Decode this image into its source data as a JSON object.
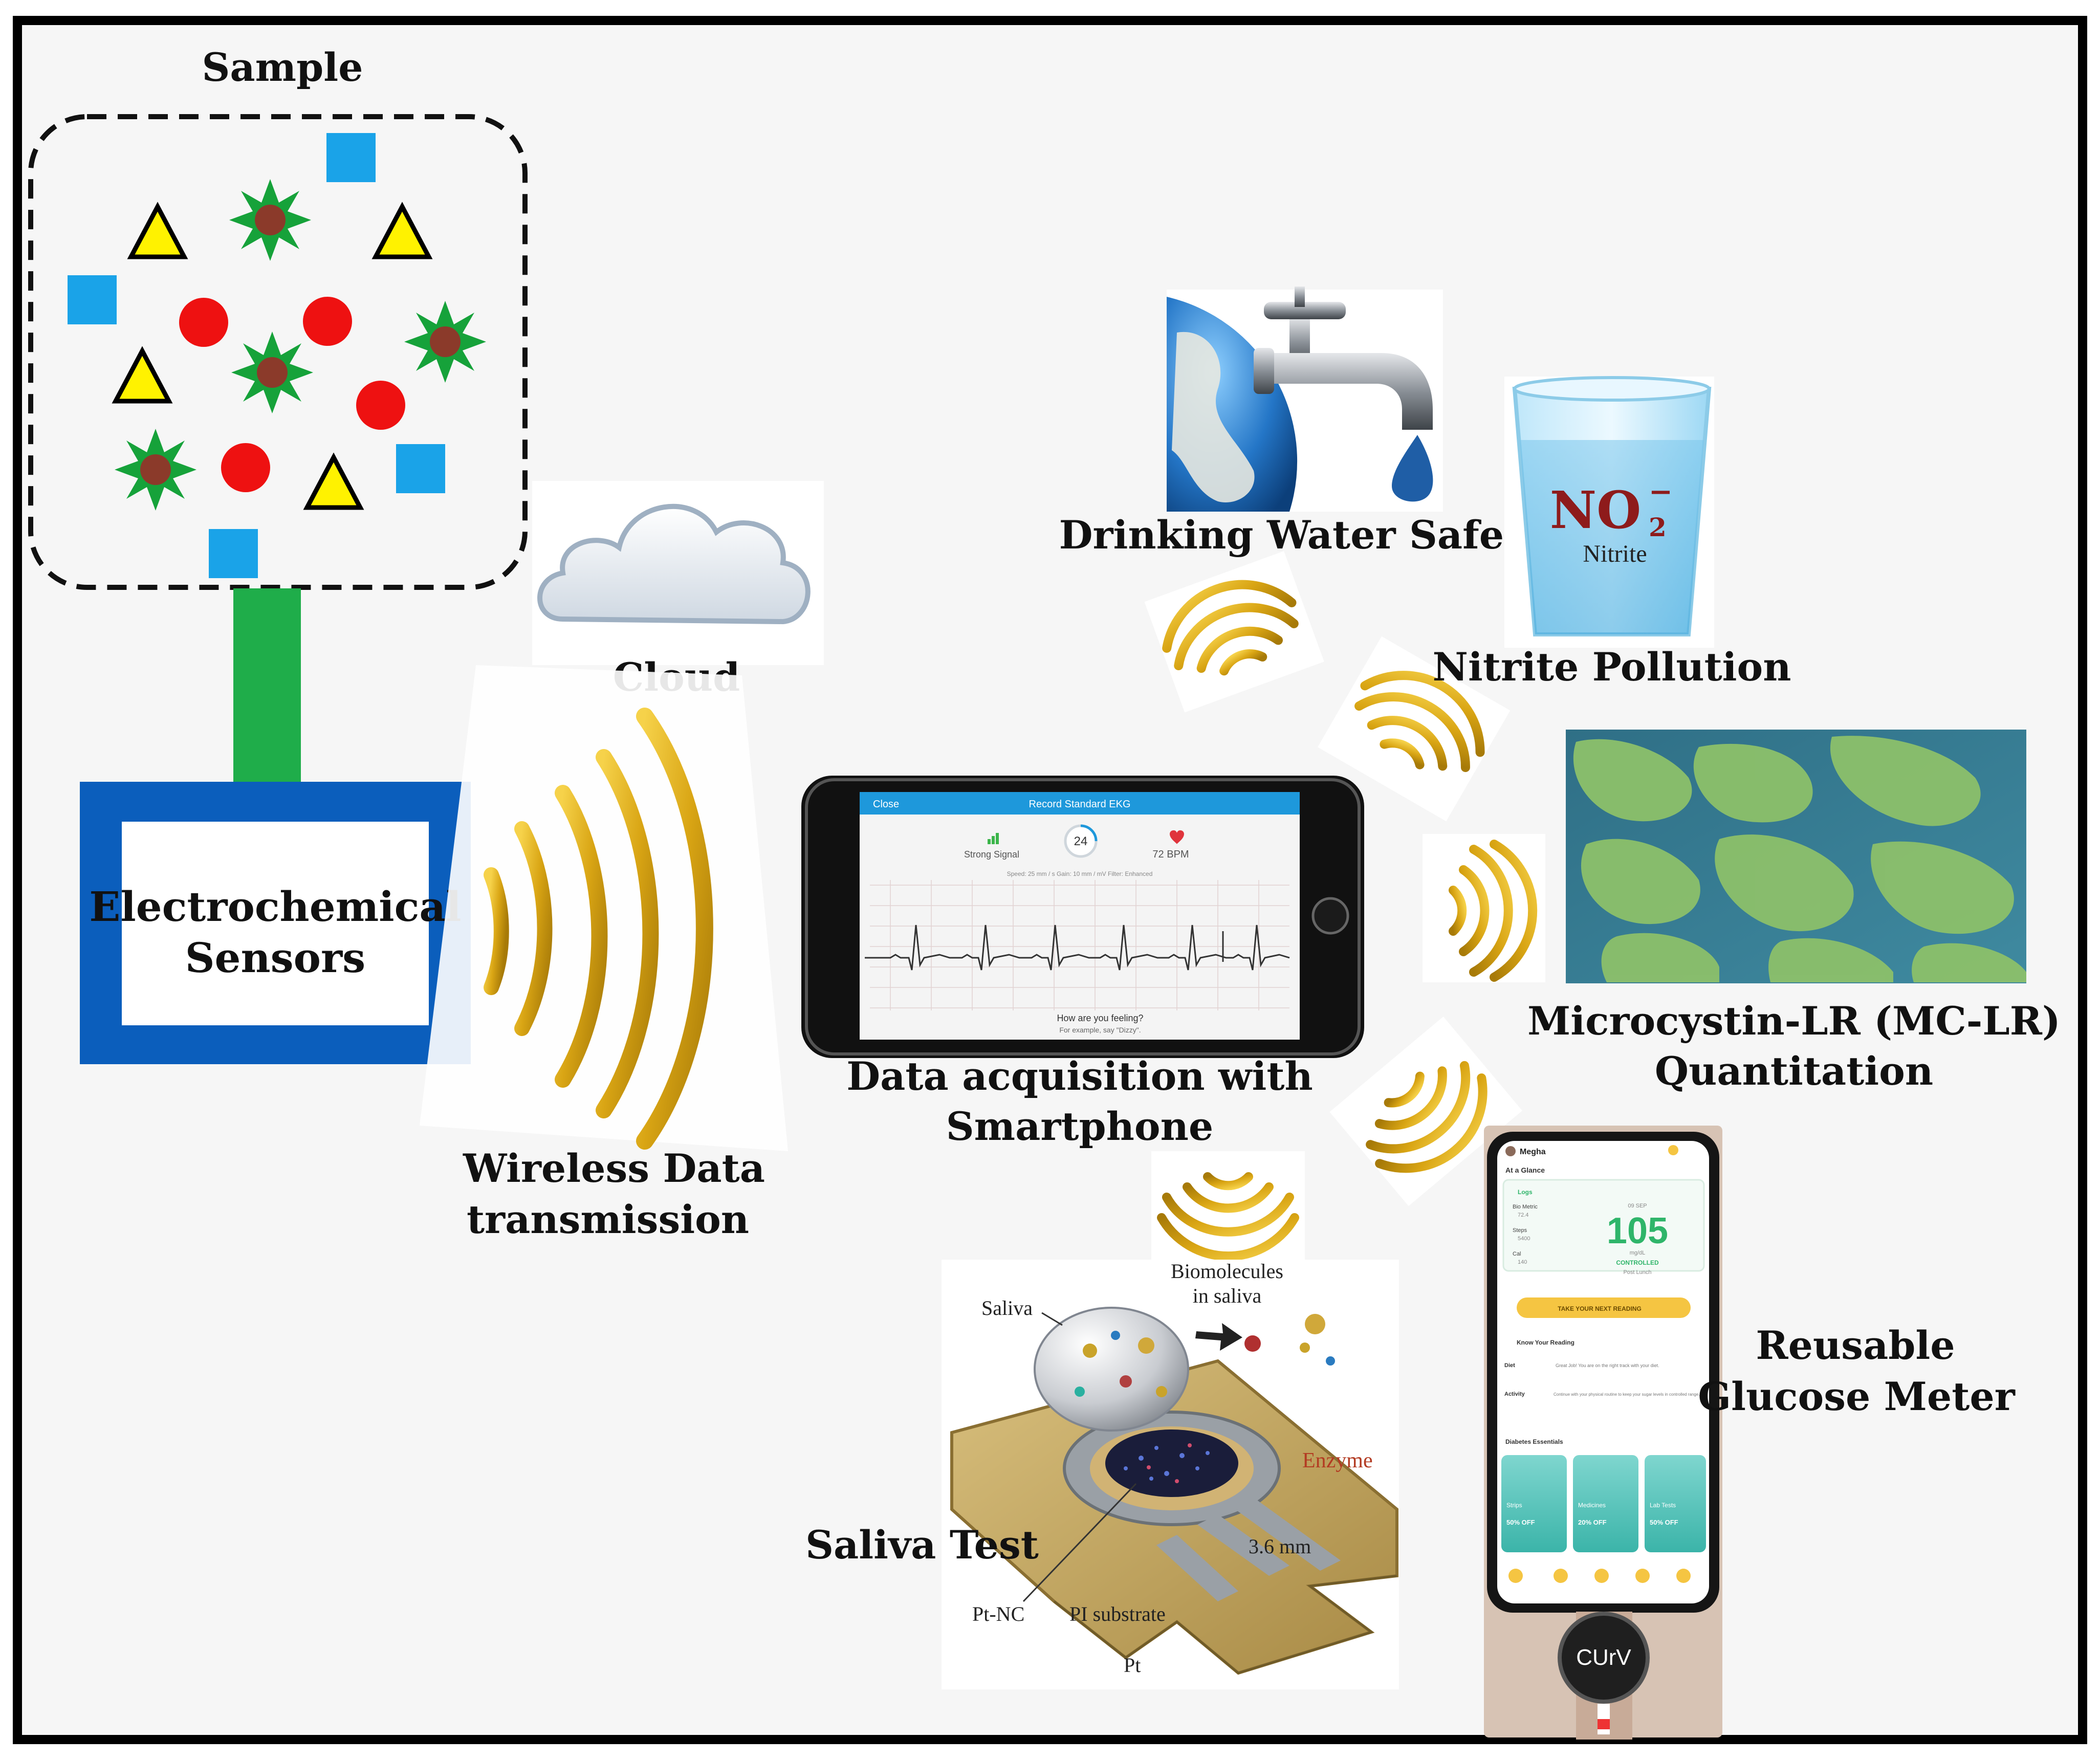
{
  "labels": {
    "sample": "Sample",
    "sensor_line1": "Electrochemical",
    "sensor_line2": "Sensors",
    "cloud": "Cloud",
    "wireless_line1": "Wireless Data",
    "wireless_line2": "transmission",
    "phone_line1": "Data acquisition with",
    "phone_line2": "Smartphone",
    "water": "Drinking Water  Safety",
    "nitrite": "Nitrite Pollution",
    "mclr_line1": "Microcystin-LR (MC-LR)",
    "mclr_line2": "Quantitation",
    "glucose_line1": "Reusable",
    "glucose_line2": "Glucose Meter",
    "saliva": "Saliva Test"
  },
  "ekg_screen": {
    "close": "Close",
    "title": "Record Standard EKG",
    "signal": "Strong Signal",
    "seconds": "24",
    "bpm": "72 BPM",
    "settings": "Speed: 25 mm / s     Gain: 10 mm / mV     Filter: Enhanced",
    "prompt": "How are you feeling?",
    "prompt_sub": "For example, say \"Dizzy\"."
  },
  "nitrite_glass": {
    "formula": "NO",
    "subscript": "2",
    "superscript": "−",
    "name": "Nitrite"
  },
  "glucose_app": {
    "user": "Megha",
    "section": "At a Glance",
    "tab": "Logs",
    "metric1": "Bio Metric",
    "metric1_val": "72.4",
    "metric2": "Steps",
    "metric2_val": "5400",
    "metric3": "Cal",
    "metric3_val": "140",
    "date": "09 SEP",
    "reading": "105",
    "unit": "mg/dL",
    "status": "CONTROLLED",
    "meal": "Post Lunch",
    "cta": "TAKE YOUR NEXT READING",
    "know": "Know Your Reading",
    "diet": "Diet",
    "diet_text": "Great Job! You are on the right track with your diet.",
    "activity": "Activity",
    "activity_text": "Continue with your physical routine to keep your sugar levels in controlled range.",
    "essentials": "Diabetes Essentials",
    "cards": [
      {
        "name": "Strips",
        "offer": "50% OFF"
      },
      {
        "name": "Medicines",
        "offer": "20% OFF"
      },
      {
        "name": "Lab Tests",
        "offer": "50% OFF"
      }
    ],
    "device": "CUrV"
  },
  "saliva_figure": {
    "saliva": "Saliva",
    "biomolecules_line1": "Biomolecules",
    "biomolecules_line2": "in saliva",
    "enzyme": "Enzyme",
    "dimension": "3.6 mm",
    "pt_nc": "Pt-NC",
    "pi_substrate": "PI substrate",
    "pt": "Pt"
  },
  "colors": {
    "sensor_frame": "#0b5ebc",
    "connector": "#1fad4a",
    "wave": "#e3b21a",
    "triangle": "#fff200",
    "circle": "#ee1111",
    "square": "#1aa3e8",
    "star_petal": "#16a23a",
    "star_core": "#8b3a2a",
    "phone_header": "#1e98db",
    "glucose_accent": "#2fb56a"
  },
  "icons": [
    "cloud-icon",
    "globe-icon",
    "faucet-icon",
    "water-glass-icon",
    "wifi-wave-icon",
    "heart-icon",
    "signal-icon"
  ]
}
